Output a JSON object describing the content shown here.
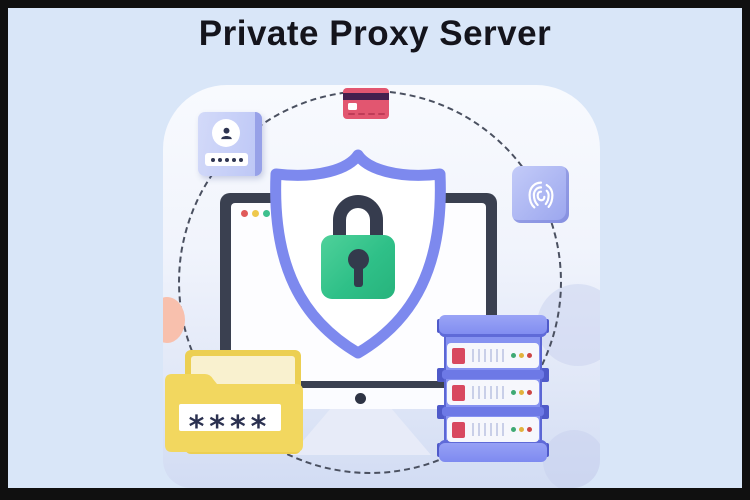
{
  "page": {
    "title": "Private Proxy Server",
    "background_color": "#d9e6f8",
    "frame_color": "#101010"
  },
  "illustration": {
    "theme": "private proxy security concept",
    "folder": {
      "password_text": "****"
    },
    "icons": [
      "id-card-icon",
      "credit-card-icon",
      "fingerprint-icon",
      "shield-icon",
      "lock-icon",
      "monitor-icon",
      "folder-icon",
      "server-rack-icon",
      "dashed-orbit-circle"
    ],
    "colors": {
      "accent_purple": "#7d89ee",
      "lock_green": "#2fc088",
      "shield_fill": "#ffffff",
      "monitor_frame": "#3a4050",
      "folder_yellow": "#f2d75f",
      "credit_card_red": "#e25670",
      "id_card_lavender": "#c5cef7",
      "fingerprint_lavender": "#9aa5ee",
      "server_purple": "#8692f1",
      "dashed_line": "#4a5060",
      "pink_blob": "#f8c0ad",
      "led_green": "#3fa973",
      "led_yellow": "#e2b23c",
      "led_red": "#cc4545"
    }
  }
}
